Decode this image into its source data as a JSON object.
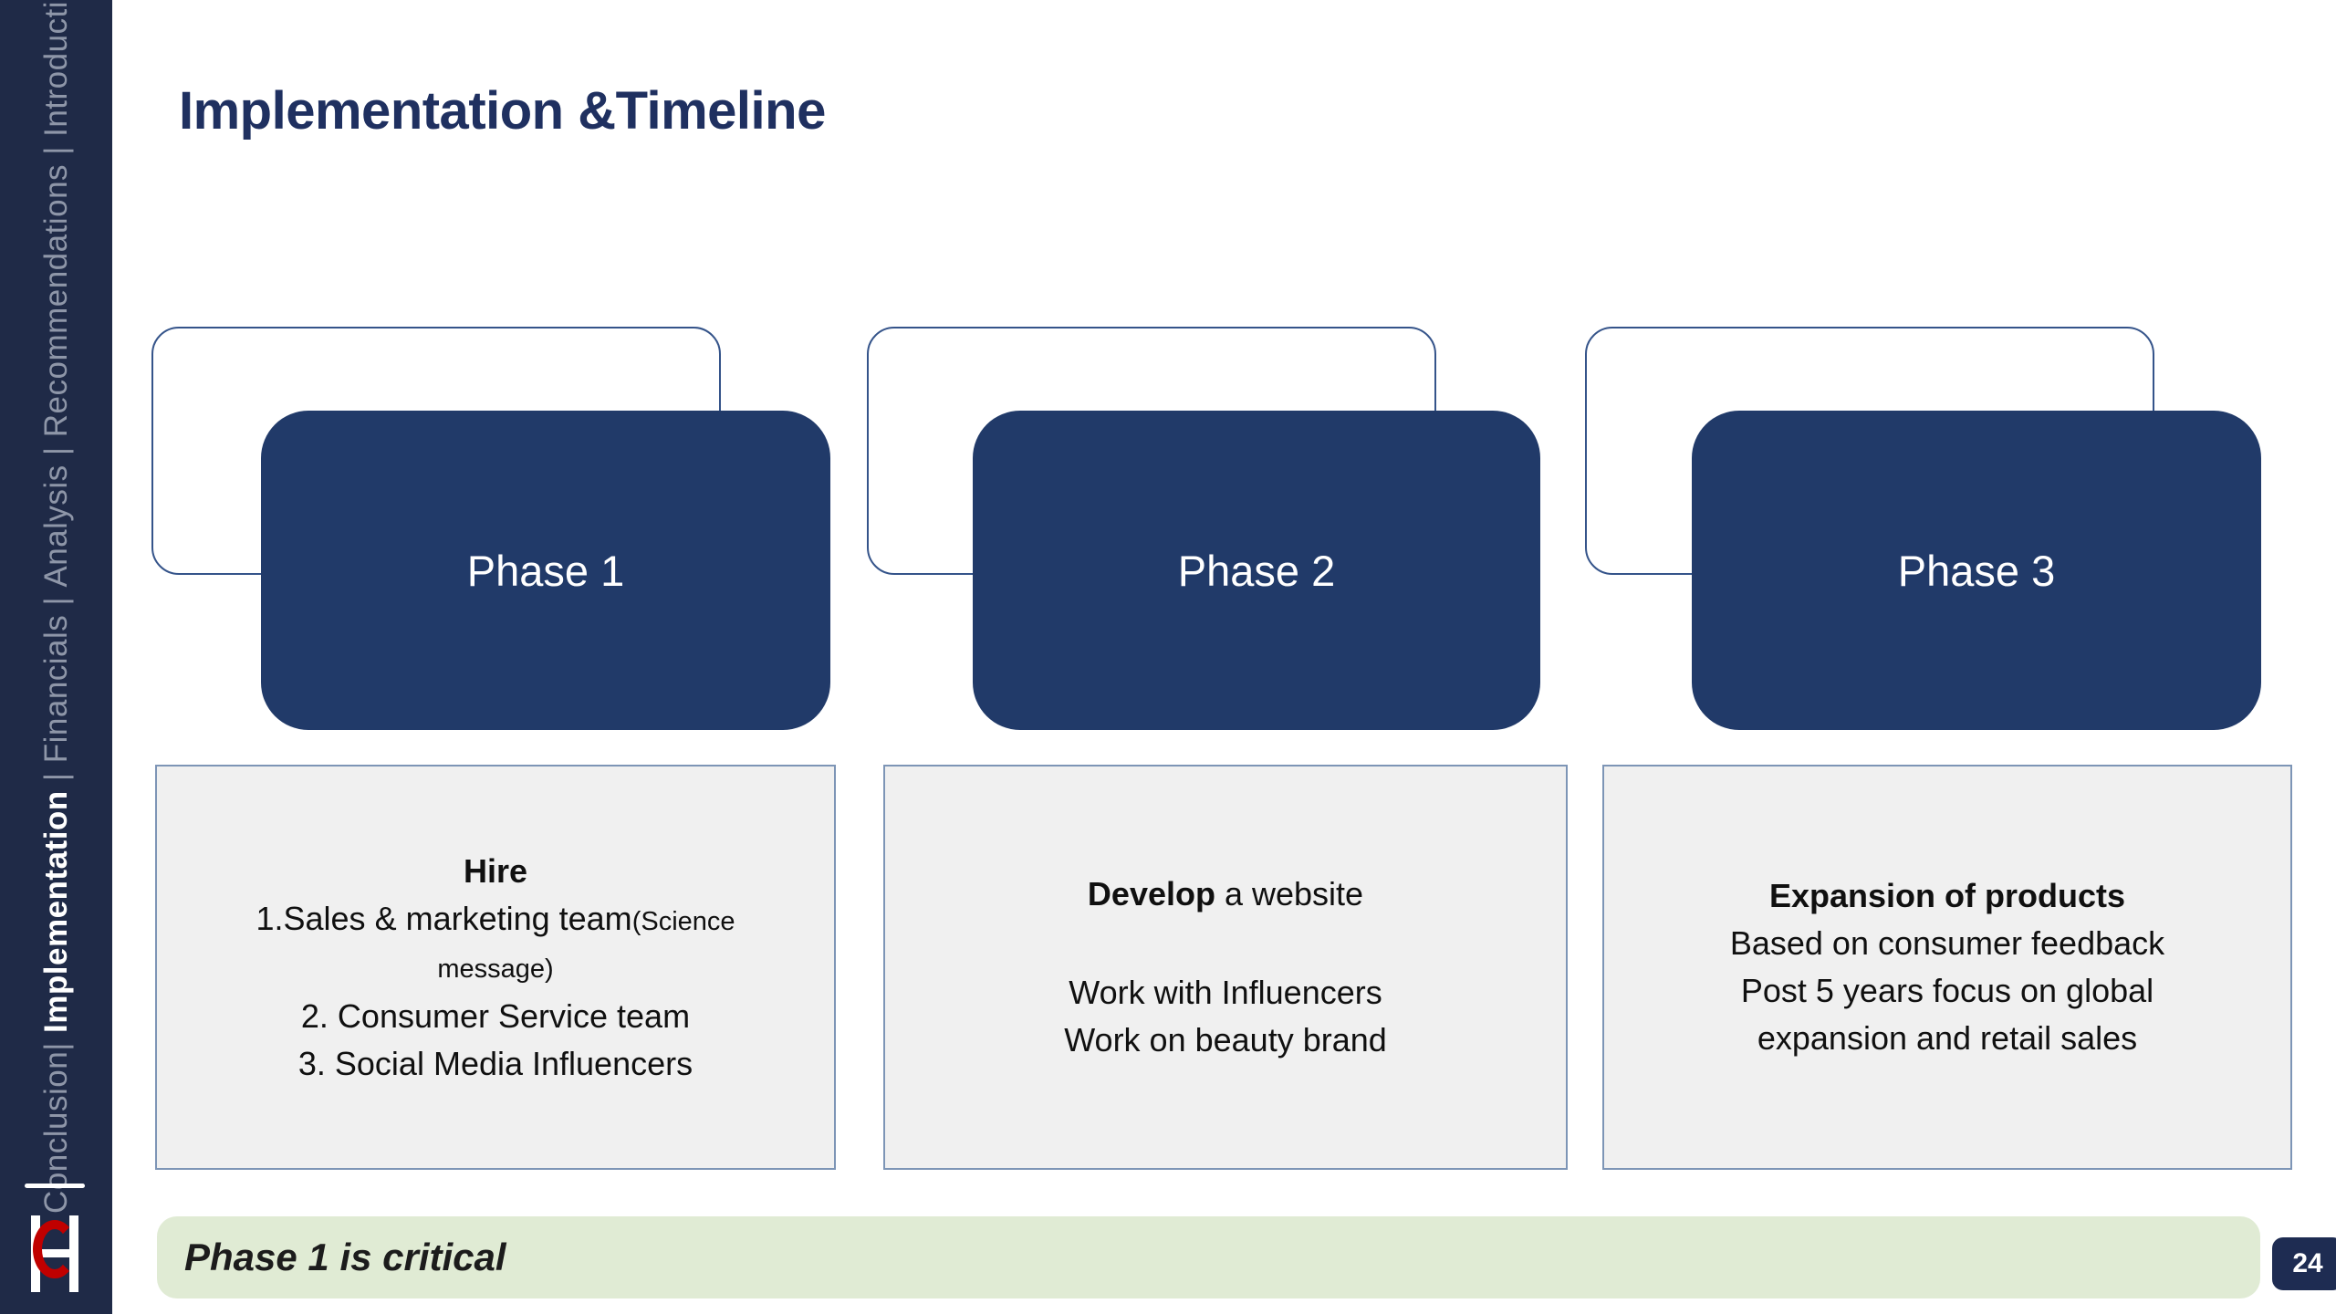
{
  "slide": {
    "title": "Implementation &Timeline",
    "page_number": "24",
    "footer_note": "Phase 1 is critical"
  },
  "sidebar": {
    "items": [
      {
        "label": "Conclusion",
        "sep_after": "| "
      },
      {
        "label": "Implementation",
        "sep_after": " | ",
        "active": true
      },
      {
        "label": "Financials",
        "sep_after": " | "
      },
      {
        "label": "Analysis",
        "sep_after": " | "
      },
      {
        "label": "Recommendations",
        "sep_after": " | "
      },
      {
        "label": "Introduction",
        "sep_after": ""
      }
    ],
    "logo_icon": "hc-monogram-logo"
  },
  "phases": [
    {
      "label": "Phase 1",
      "card": {
        "heading": "Hire",
        "item1_main": "1.Sales & marketing team",
        "item1_note_line1": "(Science",
        "item1_note_line2": "message)",
        "item2": "2. Consumer Service team",
        "item3": "3. Social Media Influencers"
      }
    },
    {
      "label": "Phase 2",
      "card": {
        "heading_bold": "Develop",
        "heading_rest": " a website",
        "line1": "Work with Influencers",
        "line2": "Work on beauty brand"
      }
    },
    {
      "label": "Phase 3",
      "card": {
        "heading": "Expansion of products",
        "line1": "Based on consumer feedback",
        "line2": "Post 5 years focus on global",
        "line3": "expansion and retail sales"
      }
    }
  ],
  "colors": {
    "sidebar_bg": "#1f2a47",
    "navy_card": "#213a69",
    "title_text": "#1f3060",
    "content_box_bg": "#f0f0f0",
    "content_box_border": "#7d95b6",
    "footer_bar_bg": "#e0ebd4",
    "logo_red": "#c00000",
    "page_badge_bg": "#1e2c52"
  }
}
